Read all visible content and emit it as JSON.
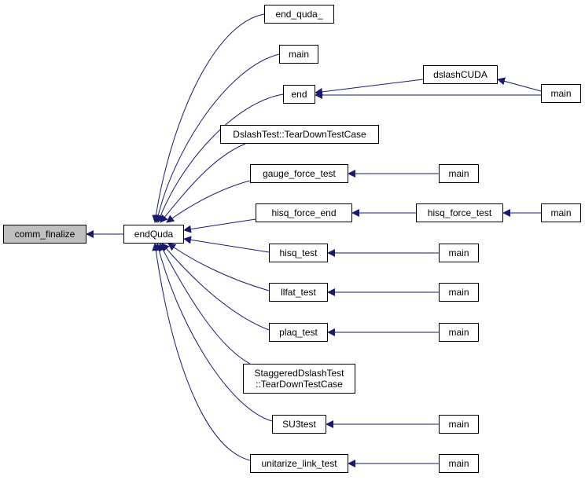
{
  "graph": {
    "nodes": {
      "comm_finalize": "comm_finalize",
      "endQuda": "endQuda",
      "end_quda_": "end_quda_",
      "main_top": "main",
      "end": "end",
      "dslashCUDA": "dslashCUDA",
      "main_end": "main",
      "dslashtest_teardown": "DslashTest::TearDownTestCase",
      "gauge_force_test": "gauge_force_test",
      "main_gauge": "main",
      "hisq_force_end": "hisq_force_end",
      "hisq_force_test": "hisq_force_test",
      "main_hisq_force": "main",
      "hisq_test": "hisq_test",
      "main_hisq": "main",
      "llfat_test": "llfat_test",
      "main_llfat": "main",
      "plaq_test": "plaq_test",
      "main_plaq": "main",
      "staggered_teardown_1": "StaggeredDslashTest",
      "staggered_teardown_2": "::TearDownTestCase",
      "su3test": "SU3test",
      "main_su3": "main",
      "unitarize_link_test": "unitarize_link_test",
      "main_unitarize": "main"
    },
    "colors": {
      "edge": "#191970",
      "root_fill": "#bfbfbf",
      "node_fill": "#ffffff",
      "node_border": "#000000"
    }
  }
}
